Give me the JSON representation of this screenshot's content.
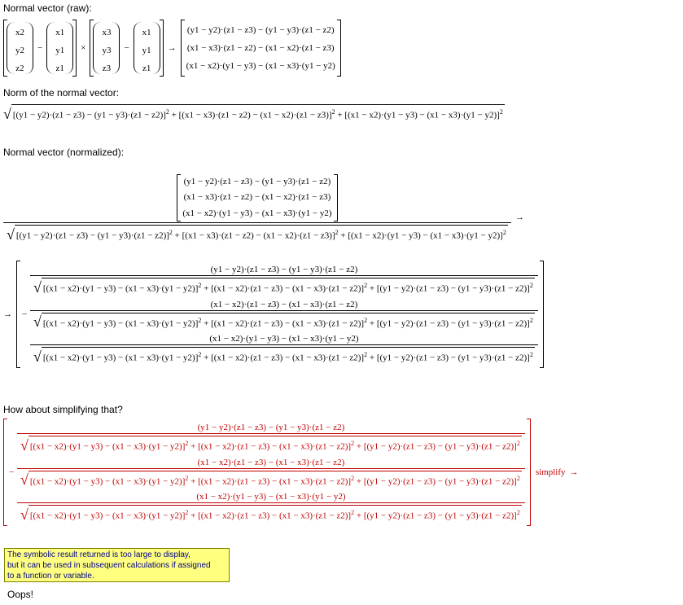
{
  "labels": {
    "raw": "Normal vector (raw):",
    "norm": "Norm of the normal vector:",
    "normalized": "Normal vector (normalized):",
    "simplify_q": "How about simplifying that?",
    "oops": "Oops!"
  },
  "symbols": {
    "arrow": "→",
    "minus": "−",
    "times": "×",
    "sqrt": "√",
    "sq": "2",
    "simplify": "simplify"
  },
  "vectors": {
    "v1": [
      "x2",
      "y2",
      "z2"
    ],
    "v0": [
      "x1",
      "y1",
      "z1"
    ],
    "v2": [
      "x3",
      "y3",
      "z3"
    ]
  },
  "raw_result": [
    "(y1 − y2)·(z1 − z3) − (y1 − y3)·(z1 − z2)",
    "(x1 − x3)·(z1 − z2) − (x1 − x2)·(z1 − z3)",
    "(x1 − x2)·(y1 − y3) − (x1 − x3)·(y1 − y2)"
  ],
  "norm_terms": [
    "[(y1 − y2)·(z1 − z3) − (y1 − y3)·(z1 − z2)]",
    "[(x1 − x3)·(z1 − z2) − (x1 − x2)·(z1 − z3)]",
    "[(x1 − x2)·(y1 − y3) − (x1 − x3)·(y1 − y2)]"
  ],
  "result_numerators": [
    "(y1 − y2)·(z1 − z3) − (y1 − y3)·(z1 − z2)",
    "(x1 − x2)·(z1 − z3) − (x1 − x3)·(z1 − z2)",
    "(x1 − x2)·(y1 − y3) − (x1 − x3)·(y1 − y2)"
  ],
  "result_signs": [
    "",
    "−",
    ""
  ],
  "result_den_terms": [
    "[(x1 − x2)·(y1 − y3) − (x1 − x3)·(y1 − y2)]",
    "[(x1 − x2)·(z1 − z3) − (x1 − x3)·(z1 − z2)]",
    "[(y1 − y2)·(z1 − z3) − (y1 − y3)·(z1 − z2)]"
  ],
  "tooltip": [
    "The symbolic result returned is too large to display,",
    "but it can be used in subsequent calculations if assigned",
    "to a function or variable."
  ],
  "colors": {
    "red": "#c00000",
    "tooltip_bg": "#ffff80",
    "tooltip_text": "#00008b"
  }
}
